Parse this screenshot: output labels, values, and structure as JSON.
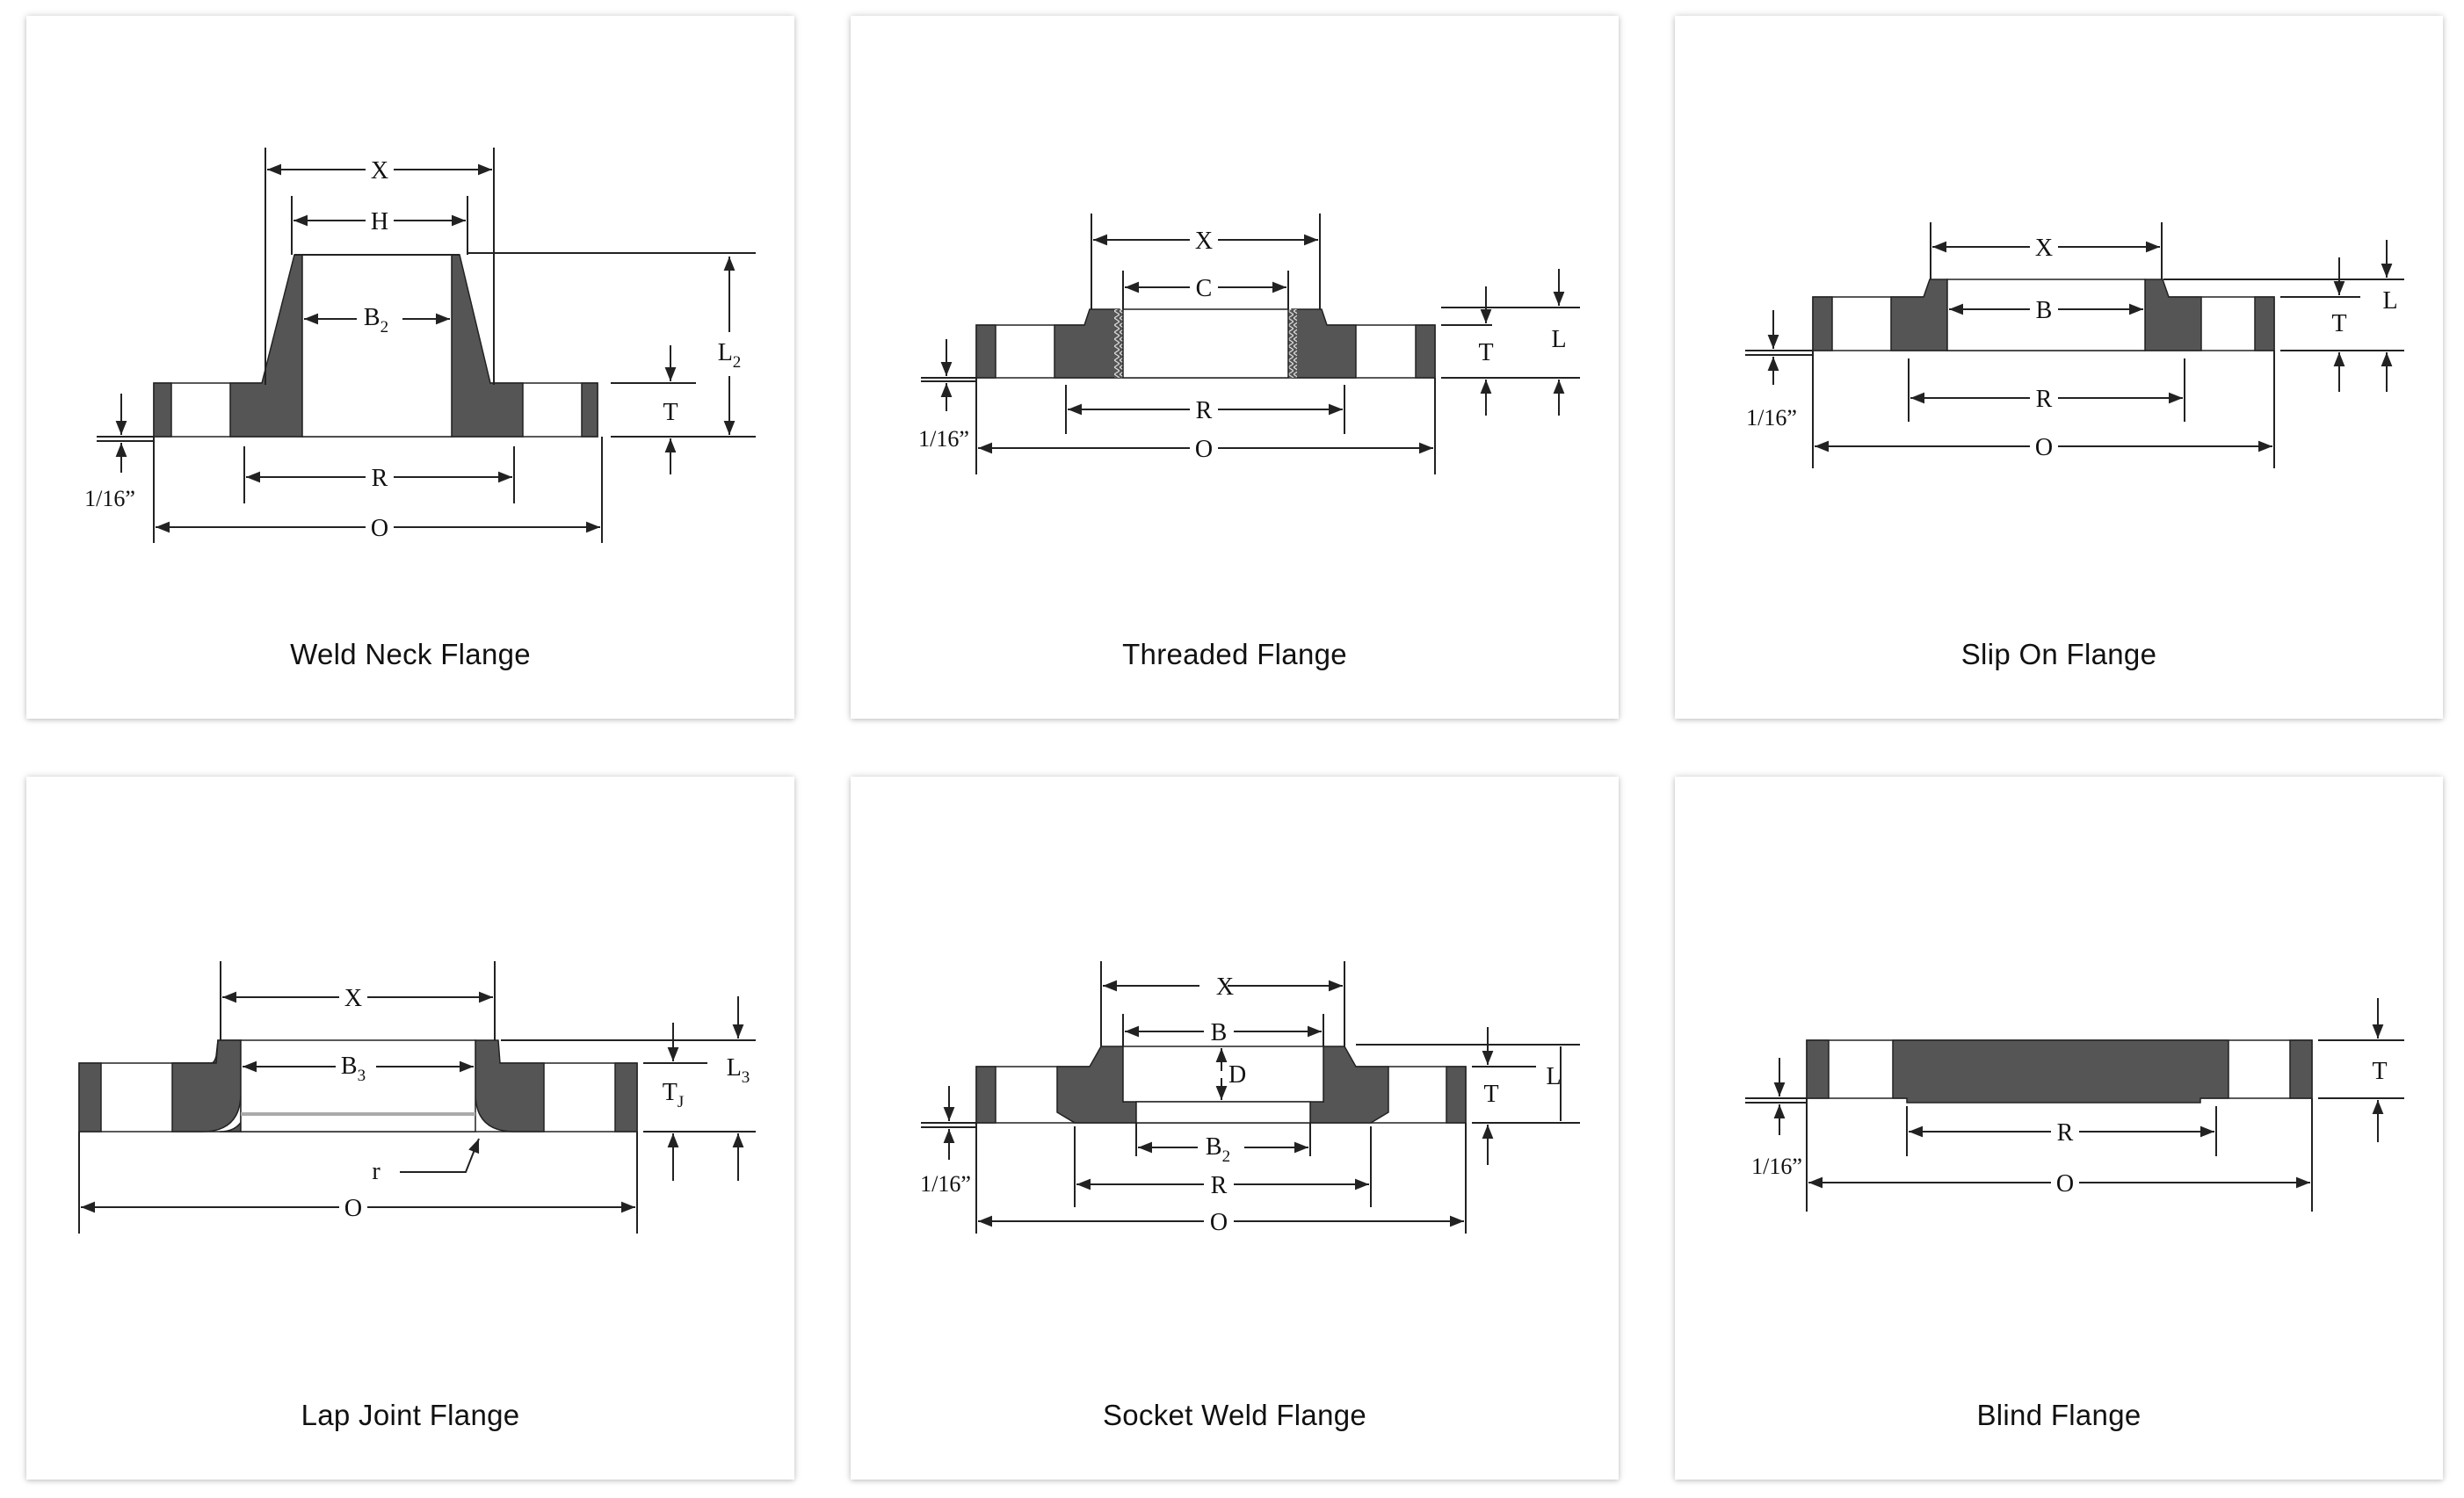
{
  "cards": [
    {
      "caption": "Weld Neck Flange",
      "labels": {
        "x": "X",
        "h": "H",
        "b2": "B",
        "b2_sub": "2",
        "l2": "L",
        "l2_sub": "2",
        "t": "T",
        "r": "R",
        "o": "O",
        "face": "1/16”"
      }
    },
    {
      "caption": "Threaded Flange",
      "labels": {
        "x": "X",
        "c": "C",
        "t": "T",
        "l": "L",
        "r": "R",
        "o": "O",
        "face": "1/16”"
      }
    },
    {
      "caption": "Slip On Flange",
      "labels": {
        "x": "X",
        "b": "B",
        "l": "L",
        "t": "T",
        "r": "R",
        "o": "O",
        "face": "1/16”"
      }
    },
    {
      "caption": "Lap Joint Flange",
      "labels": {
        "x": "X",
        "b3": "B",
        "b3_sub": "3",
        "tj": "T",
        "tj_sub": "J",
        "l3": "L",
        "l3_sub": "3",
        "rr": "r",
        "o": "O"
      }
    },
    {
      "caption": "Socket Weld Flange",
      "labels": {
        "x": "X",
        "b": "B",
        "d": "D",
        "t": "T",
        "l": "L",
        "b2": "B",
        "b2_sub": "2",
        "r": "R",
        "o": "O",
        "face": "1/16”"
      }
    },
    {
      "caption": "Blind Flange",
      "labels": {
        "t": "T",
        "r": "R",
        "o": "O",
        "face": "1/16”"
      }
    }
  ]
}
